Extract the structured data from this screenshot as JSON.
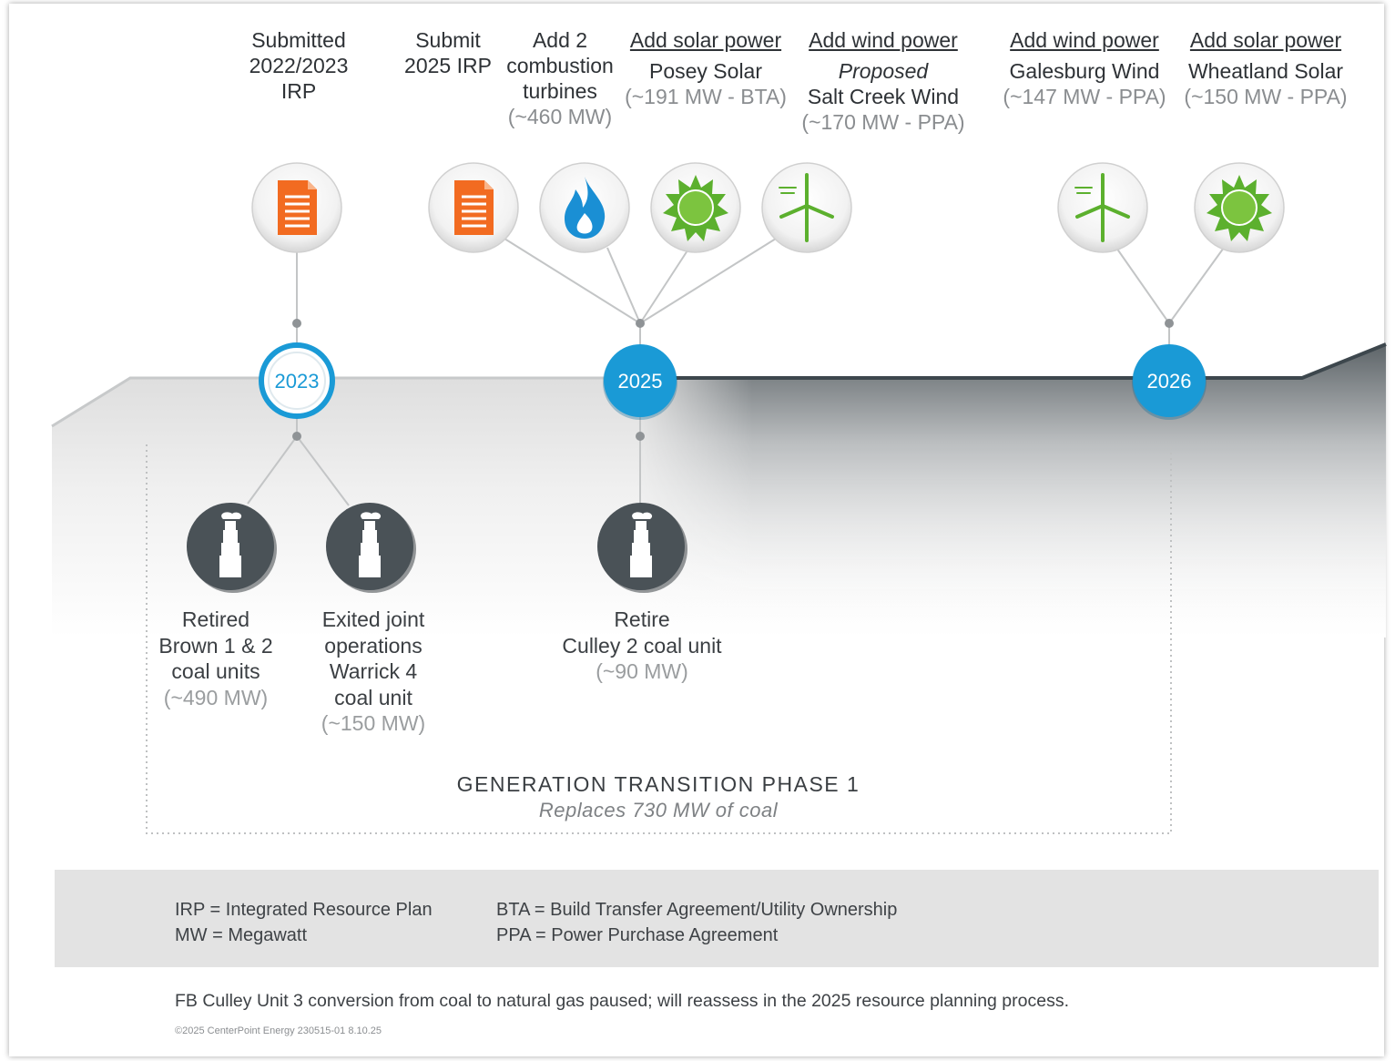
{
  "colors": {
    "accent_blue": "#1a9ad6",
    "solar_green": "#5cb02e",
    "wind_green": "#5cb02e",
    "document_orange": "#f26b21",
    "gas_blue": "#1a8fd4",
    "coal_dark": "#4a5257",
    "band_gray": "#e3e3e3",
    "timeline_dark": "#3d474d"
  },
  "top_events": [
    {
      "id": "submitted-irp",
      "lines": [
        "Submitted",
        "2022/2023",
        "IRP"
      ],
      "icon": "document-icon"
    },
    {
      "id": "submit-2025-irp",
      "lines": [
        "Submit",
        "2025 IRP"
      ],
      "icon": "document-icon"
    },
    {
      "id": "combustion-turbines",
      "lines": [
        "Add 2",
        "combustion",
        "turbines"
      ],
      "mw": "(~460 MW)",
      "icon": "flame-icon"
    },
    {
      "id": "posey-solar",
      "action": "Add solar power",
      "name": "Posey Solar",
      "mw": "(~191 MW - BTA)",
      "icon": "sun-icon"
    },
    {
      "id": "salt-creek-wind",
      "action": "Add wind power",
      "italic": "Proposed",
      "name": "Salt Creek Wind",
      "mw": "(~170 MW - PPA)",
      "icon": "wind-turbine-icon"
    },
    {
      "id": "galesburg-wind",
      "action": "Add wind power",
      "name": "Galesburg Wind",
      "mw": "(~147 MW - PPA)",
      "icon": "wind-turbine-icon"
    },
    {
      "id": "wheatland-solar",
      "action": "Add solar power",
      "name": "Wheatland Solar",
      "mw": "(~150 MW - PPA)",
      "icon": "sun-icon"
    }
  ],
  "years": [
    "2023",
    "2025",
    "2026"
  ],
  "bottom_events": [
    {
      "id": "brown-retired",
      "lines": [
        "Retired",
        "Brown 1 & 2",
        "coal units"
      ],
      "mw": "(~490 MW)",
      "icon": "smokestack-icon"
    },
    {
      "id": "warrick-exit",
      "lines": [
        "Exited joint",
        "operations",
        "Warrick 4",
        "coal unit"
      ],
      "mw": "(~150 MW)",
      "icon": "smokestack-icon"
    },
    {
      "id": "culley-retire",
      "lines": [
        "Retire",
        "Culley 2 coal unit"
      ],
      "mw": "(~90 MW)",
      "icon": "smokestack-icon"
    }
  ],
  "phase": {
    "title": "GENERATION TRANSITION PHASE 1",
    "subtitle": "Replaces 730 MW of coal"
  },
  "legend": {
    "left": [
      "IRP = Integrated Resource Plan",
      "MW = Megawatt"
    ],
    "right": [
      "BTA = Build Transfer Agreement/Utility Ownership",
      "PPA = Power Purchase Agreement"
    ]
  },
  "footnote": "FB Culley Unit 3 conversion from coal to natural gas paused; will reassess in the 2025 resource planning process.",
  "copyright": "©2025 CenterPoint Energy 230515-01 8.10.25"
}
